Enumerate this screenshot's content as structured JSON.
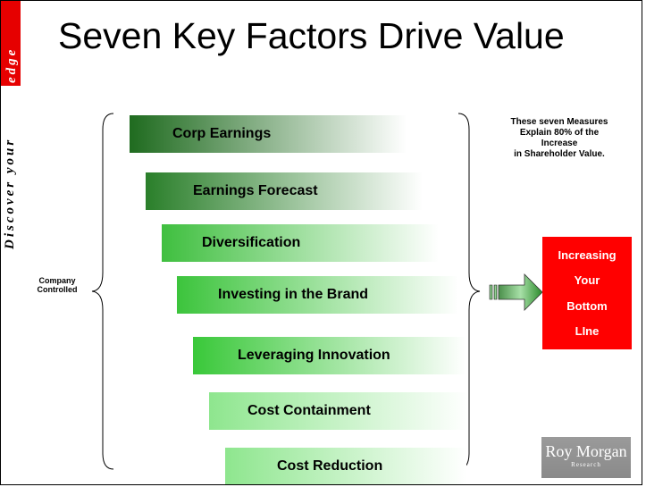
{
  "sidebar": {
    "brand_text": "Discover your",
    "brand_edge": "edge"
  },
  "slide": {
    "title": "Seven Key Factors Drive Value"
  },
  "left_label": {
    "line1": "Company",
    "line2": "Controlled"
  },
  "factors": [
    {
      "label": "Corp Earnings",
      "color": "#1f6b1f"
    },
    {
      "label": "Earnings Forecast",
      "color": "#2a7f2a"
    },
    {
      "label": "Diversification",
      "color": "#3fbf3f"
    },
    {
      "label": "Investing in the Brand",
      "color": "#3cc43c"
    },
    {
      "label": "Leveraging Innovation",
      "color": "#39c839"
    },
    {
      "label": "Cost Containment",
      "color": "#8ee68e"
    },
    {
      "label": "Cost Reduction",
      "color": "#8ee68e"
    }
  ],
  "measures": {
    "line1": "These seven Measures",
    "line2": "Explain 80% of the",
    "line3": "Increase",
    "line4": "in Shareholder Value."
  },
  "outcome": {
    "line1": "Increasing",
    "line2": "Your",
    "line3": "Bottom",
    "line4": "LIne",
    "color": "#ff0000"
  },
  "logo": {
    "main": "Roy Morgan",
    "sub": "Research"
  }
}
